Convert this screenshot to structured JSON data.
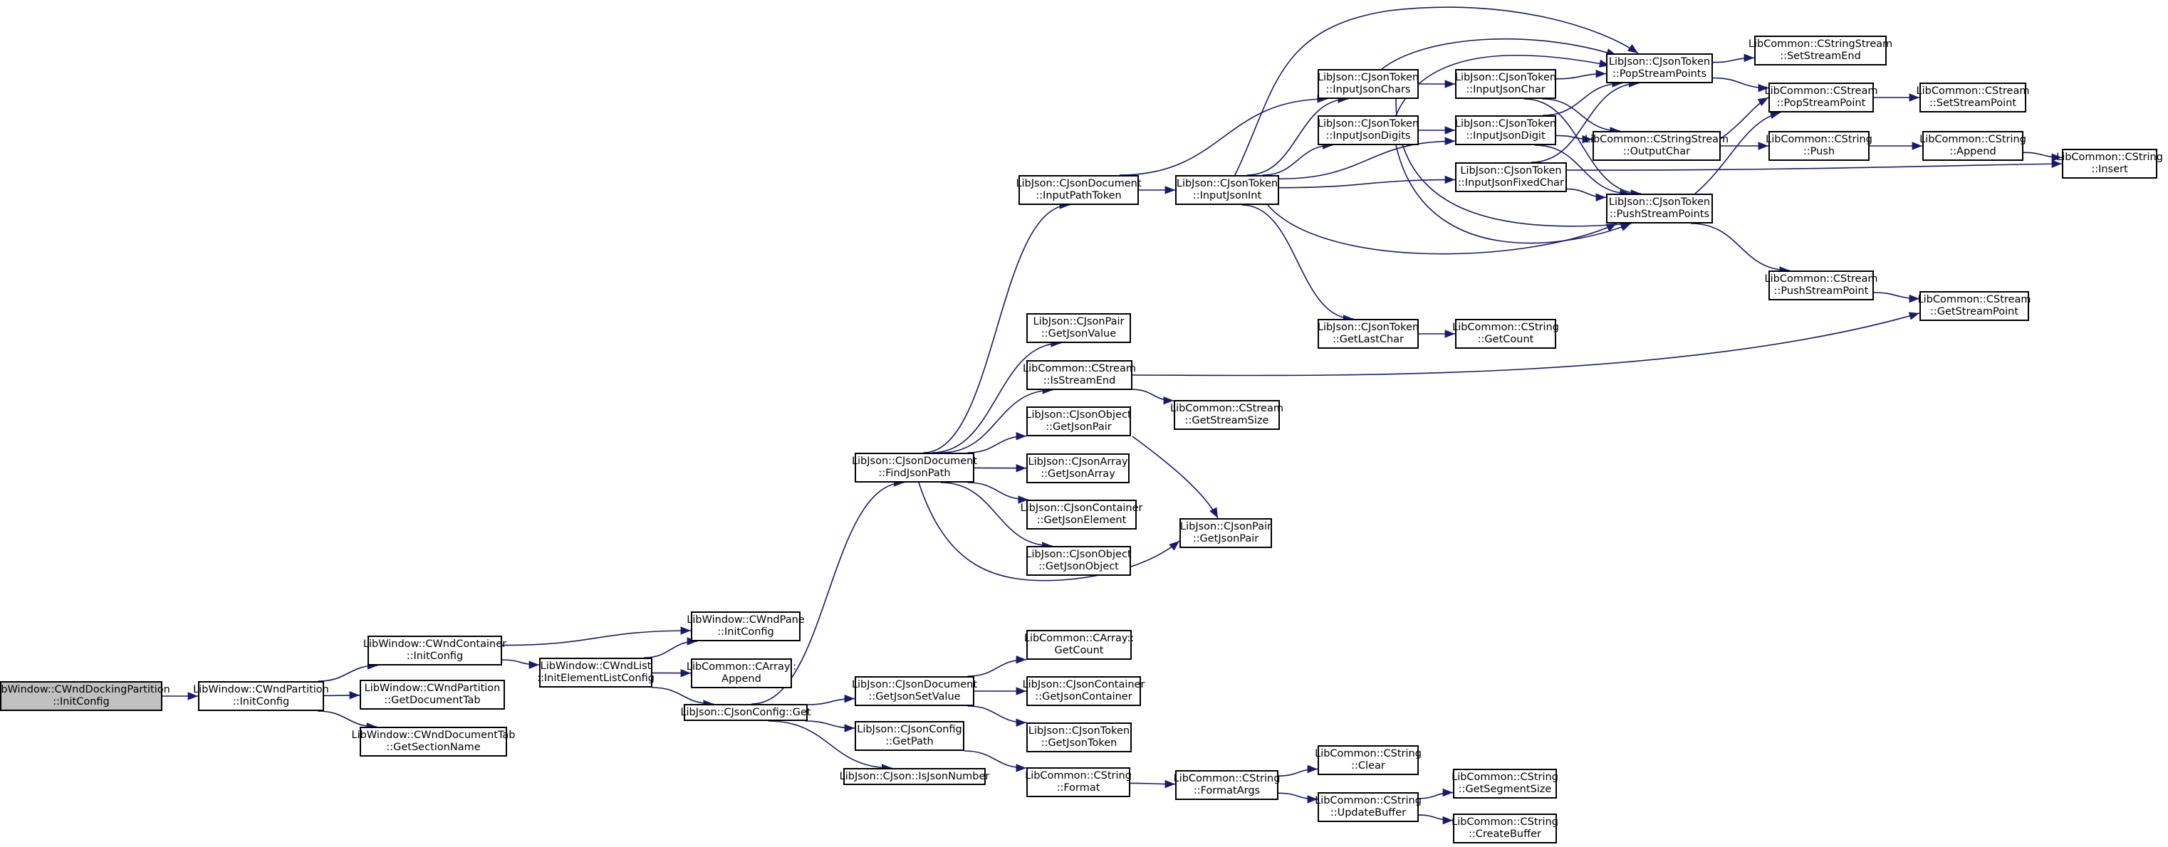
{
  "colors": {
    "edge": "#191970",
    "node_border": "#000000",
    "root_fill": "#c0c0c0",
    "node_fill": "#ffffff"
  },
  "nodes": [
    {
      "id": "root",
      "lines": [
        "LibWindow::CWndDockingPartition",
        "::InitConfig"
      ]
    },
    {
      "id": "n1",
      "lines": [
        "LibWindow::CWndPartition",
        "::InitConfig"
      ]
    },
    {
      "id": "n2",
      "lines": [
        "LibWindow::CWndContainer",
        "::InitConfig"
      ]
    },
    {
      "id": "n3",
      "lines": [
        "LibWindow::CWndPartition",
        "::GetDocumentTab"
      ]
    },
    {
      "id": "n4",
      "lines": [
        "LibWindow::CWndDocumentTab",
        "::GetSectionName"
      ]
    },
    {
      "id": "n5",
      "lines": [
        "LibWindow::CWndList",
        "::InitElementListConfig"
      ]
    },
    {
      "id": "n6",
      "lines": [
        "LibWindow::CWndPane",
        "::InitConfig"
      ]
    },
    {
      "id": "n7",
      "lines": [
        "LibCommon::CArray::",
        "Append"
      ]
    },
    {
      "id": "n8",
      "lines": [
        "LibJson::CJsonConfig::Get"
      ]
    },
    {
      "id": "n9",
      "lines": [
        "LibJson::CJsonDocument",
        "::FindJsonPath"
      ]
    },
    {
      "id": "n10",
      "lines": [
        "LibJson::CJsonDocument",
        "::GetJsonSetValue"
      ]
    },
    {
      "id": "n11",
      "lines": [
        "LibJson::CJsonConfig",
        "::GetPath"
      ]
    },
    {
      "id": "n12",
      "lines": [
        "LibJson::CJson::IsJsonNumber"
      ]
    },
    {
      "id": "n13",
      "lines": [
        "LibJson::CJsonDocument",
        "::InputPathToken"
      ]
    },
    {
      "id": "n14",
      "lines": [
        "LibJson::CJsonPair",
        "::GetJsonValue"
      ]
    },
    {
      "id": "n15",
      "lines": [
        "LibCommon::CStream",
        "::IsStreamEnd"
      ]
    },
    {
      "id": "n16",
      "lines": [
        "LibJson::CJsonObject",
        "::GetJsonPair"
      ]
    },
    {
      "id": "n17",
      "lines": [
        "LibJson::CJsonArray",
        "::GetJsonArray"
      ]
    },
    {
      "id": "n18",
      "lines": [
        "LibJson::CJsonContainer",
        "::GetJsonElement"
      ]
    },
    {
      "id": "n19",
      "lines": [
        "LibJson::CJsonObject",
        "::GetJsonObject"
      ]
    },
    {
      "id": "n20",
      "lines": [
        "LibCommon::CArray::",
        "GetCount"
      ]
    },
    {
      "id": "n21",
      "lines": [
        "LibJson::CJsonContainer",
        "::GetJsonContainer"
      ]
    },
    {
      "id": "n22",
      "lines": [
        "LibJson::CJsonToken",
        "::GetJsonToken"
      ]
    },
    {
      "id": "n23",
      "lines": [
        "LibCommon::CString",
        "::Format"
      ]
    },
    {
      "id": "n24",
      "lines": [
        "LibJson::CJsonToken",
        "::InputJsonInt"
      ]
    },
    {
      "id": "n25",
      "lines": [
        "LibCommon::CStream",
        "::GetStreamSize"
      ]
    },
    {
      "id": "n26",
      "lines": [
        "LibJson::CJsonPair",
        "::GetJsonPair"
      ]
    },
    {
      "id": "n27",
      "lines": [
        "LibCommon::CString",
        "::FormatArgs"
      ]
    },
    {
      "id": "n28",
      "lines": [
        "LibJson::CJsonToken",
        "::InputJsonChars"
      ]
    },
    {
      "id": "n29",
      "lines": [
        "LibJson::CJsonToken",
        "::InputJsonDigits"
      ]
    },
    {
      "id": "n30",
      "lines": [
        "LibJson::CJsonToken",
        "::GetLastChar"
      ]
    },
    {
      "id": "n31",
      "lines": [
        "LibCommon::CString",
        "::Clear"
      ]
    },
    {
      "id": "n32",
      "lines": [
        "LibCommon::CString",
        "::UpdateBuffer"
      ]
    },
    {
      "id": "n33",
      "lines": [
        "LibJson::CJsonToken",
        "::InputJsonChar"
      ]
    },
    {
      "id": "n34",
      "lines": [
        "LibJson::CJsonToken",
        "::InputJsonDigit"
      ]
    },
    {
      "id": "n35",
      "lines": [
        "LibJson::CJsonToken",
        "::InputJsonFixedChar"
      ]
    },
    {
      "id": "n36",
      "lines": [
        "LibCommon::CString",
        "::GetCount"
      ]
    },
    {
      "id": "n37",
      "lines": [
        "LibCommon::CString",
        "::GetSegmentSize"
      ]
    },
    {
      "id": "n38",
      "lines": [
        "LibCommon::CString",
        "::CreateBuffer"
      ]
    },
    {
      "id": "n39",
      "lines": [
        "LibJson::CJsonToken",
        "::PopStreamPoints"
      ]
    },
    {
      "id": "n40",
      "lines": [
        "LibCommon::CStringStream",
        "::OutputChar"
      ]
    },
    {
      "id": "n41",
      "lines": [
        "LibJson::CJsonToken",
        "::PushStreamPoints"
      ]
    },
    {
      "id": "n42",
      "lines": [
        "LibCommon::CStringStream",
        "::SetStreamEnd"
      ]
    },
    {
      "id": "n43",
      "lines": [
        "LibCommon::CStream",
        "::PopStreamPoint"
      ]
    },
    {
      "id": "n44",
      "lines": [
        "LibCommon::CString",
        "::Push"
      ]
    },
    {
      "id": "n45",
      "lines": [
        "LibCommon::CStream",
        "::PushStreamPoint"
      ]
    },
    {
      "id": "n46",
      "lines": [
        "LibCommon::CStream",
        "::SetStreamPoint"
      ]
    },
    {
      "id": "n47",
      "lines": [
        "LibCommon::CString",
        "::Append"
      ]
    },
    {
      "id": "n48",
      "lines": [
        "LibCommon::CStream",
        "::GetStreamPoint"
      ]
    },
    {
      "id": "n49",
      "lines": [
        "LibCommon::CString",
        "::Insert"
      ]
    }
  ],
  "edges": [
    [
      "root",
      "n1"
    ],
    [
      "n1",
      "n2"
    ],
    [
      "n1",
      "n3"
    ],
    [
      "n1",
      "n4"
    ],
    [
      "n2",
      "n6"
    ],
    [
      "n2",
      "n5"
    ],
    [
      "n5",
      "n6"
    ],
    [
      "n5",
      "n7"
    ],
    [
      "n5",
      "n8"
    ],
    [
      "n8",
      "n9"
    ],
    [
      "n8",
      "n10"
    ],
    [
      "n8",
      "n11"
    ],
    [
      "n8",
      "n12"
    ],
    [
      "n9",
      "n13"
    ],
    [
      "n9",
      "n14"
    ],
    [
      "n9",
      "n15"
    ],
    [
      "n9",
      "n16"
    ],
    [
      "n9",
      "n17"
    ],
    [
      "n9",
      "n18"
    ],
    [
      "n9",
      "n19"
    ],
    [
      "n9",
      "n26"
    ],
    [
      "n10",
      "n20"
    ],
    [
      "n10",
      "n21"
    ],
    [
      "n10",
      "n22"
    ],
    [
      "n11",
      "n23"
    ],
    [
      "n23",
      "n27"
    ],
    [
      "n27",
      "n31"
    ],
    [
      "n27",
      "n32"
    ],
    [
      "n32",
      "n37"
    ],
    [
      "n32",
      "n38"
    ],
    [
      "n13",
      "n24"
    ],
    [
      "n13",
      "n28"
    ],
    [
      "n15",
      "n25"
    ],
    [
      "n15",
      "n48"
    ],
    [
      "n16",
      "n26"
    ],
    [
      "n24",
      "n28"
    ],
    [
      "n24",
      "n29"
    ],
    [
      "n24",
      "n30"
    ],
    [
      "n24",
      "n34"
    ],
    [
      "n24",
      "n35"
    ],
    [
      "n24",
      "n39"
    ],
    [
      "n24",
      "n41"
    ],
    [
      "n28",
      "n33"
    ],
    [
      "n28",
      "n39"
    ],
    [
      "n28",
      "n41"
    ],
    [
      "n29",
      "n34"
    ],
    [
      "n29",
      "n39"
    ],
    [
      "n29",
      "n41"
    ],
    [
      "n30",
      "n36"
    ],
    [
      "n33",
      "n39"
    ],
    [
      "n33",
      "n40"
    ],
    [
      "n33",
      "n41"
    ],
    [
      "n34",
      "n39"
    ],
    [
      "n34",
      "n40"
    ],
    [
      "n34",
      "n41"
    ],
    [
      "n35",
      "n39"
    ],
    [
      "n35",
      "n41"
    ],
    [
      "n35",
      "n49"
    ],
    [
      "n39",
      "n42"
    ],
    [
      "n39",
      "n43"
    ],
    [
      "n40",
      "n44"
    ],
    [
      "n40",
      "n43"
    ],
    [
      "n41",
      "n43"
    ],
    [
      "n41",
      "n45"
    ],
    [
      "n43",
      "n46"
    ],
    [
      "n44",
      "n47"
    ],
    [
      "n47",
      "n49"
    ],
    [
      "n45",
      "n48"
    ]
  ]
}
